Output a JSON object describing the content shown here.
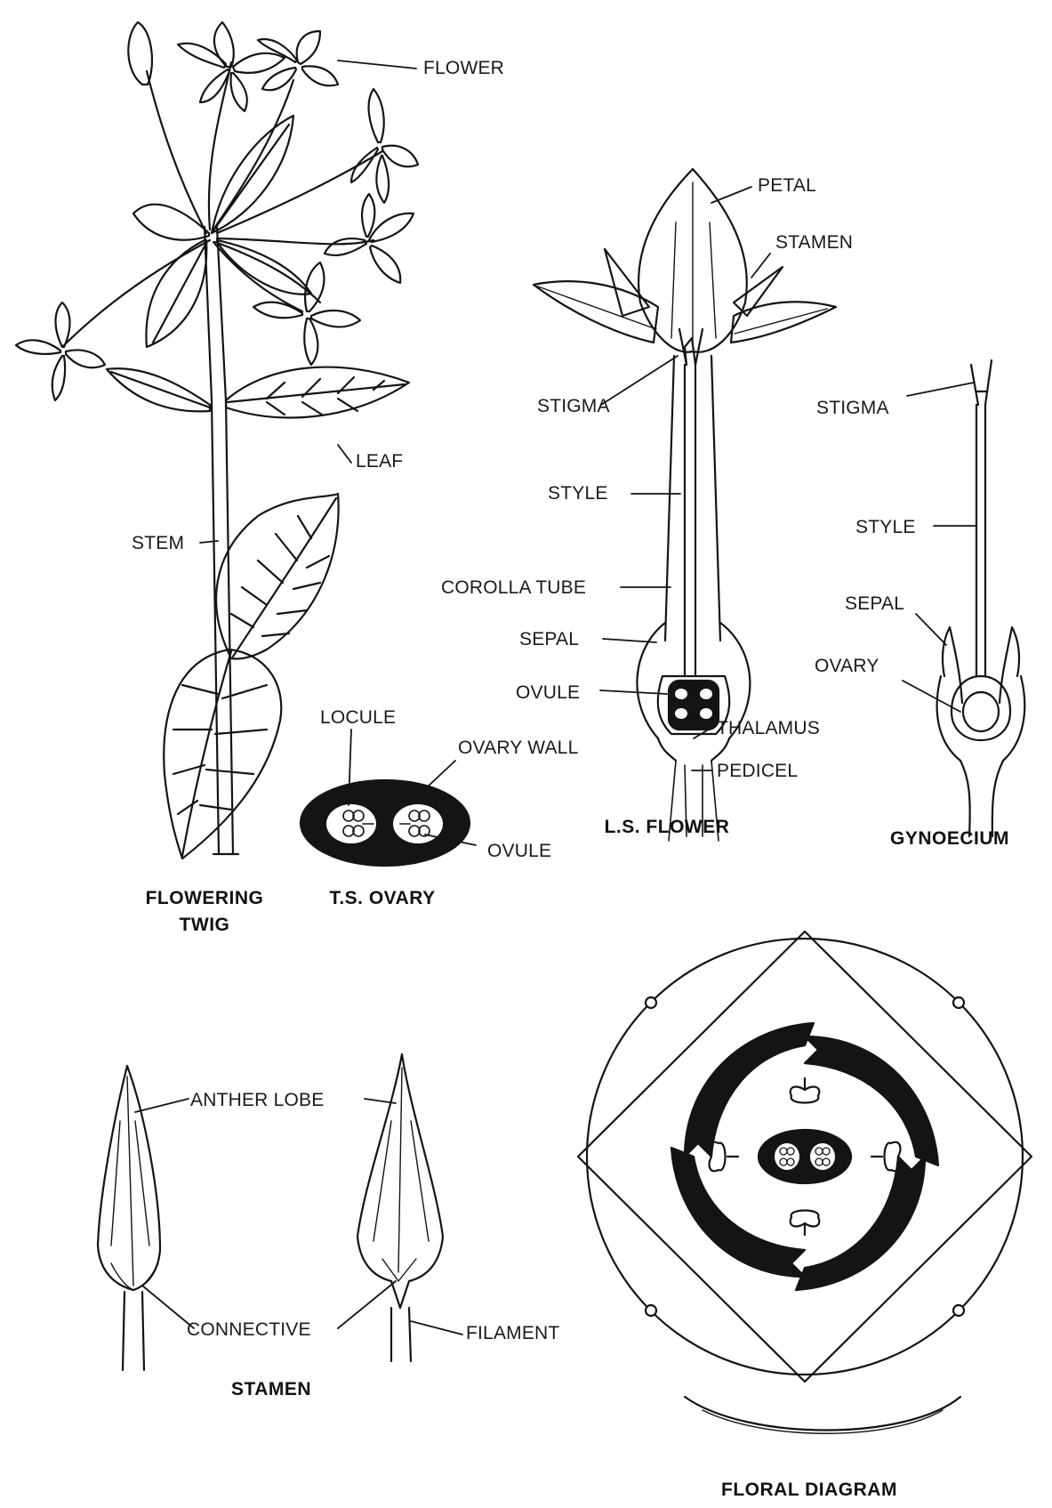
{
  "colors": {
    "ink": "#141414",
    "paper": "#ffffff"
  },
  "panels": {
    "flowering_twig": {
      "caption": "FLOWERING TWIG",
      "caption_line1": "FLOWERING",
      "caption_line2": "TWIG",
      "labels": {
        "flower": "FLOWER",
        "leaf": "LEAF",
        "stem": "STEM"
      }
    },
    "ts_ovary": {
      "caption": "T.S. OVARY",
      "labels": {
        "locule": "LOCULE",
        "ovary_wall": "OVARY WALL",
        "ovule": "OVULE"
      }
    },
    "ls_flower": {
      "caption": "L.S. FLOWER",
      "labels": {
        "petal": "PETAL",
        "stamen": "STAMEN",
        "stigma": "STIGMA",
        "style": "STYLE",
        "corolla_tube": "COROLLA TUBE",
        "sepal": "SEPAL",
        "ovule": "OVULE",
        "thalamus": "THALAMUS",
        "pedicel": "PEDICEL"
      }
    },
    "gynoecium": {
      "caption": "GYNOECIUM",
      "labels": {
        "stigma": "STIGMA",
        "style": "STYLE",
        "sepal": "SEPAL",
        "ovary": "OVARY"
      }
    },
    "stamen": {
      "caption": "STAMEN",
      "labels": {
        "anther_lobe": "ANTHER LOBE",
        "connective": "CONNECTIVE",
        "filament": "FILAMENT"
      }
    },
    "floral_diagram": {
      "caption": "FLORAL DIAGRAM"
    }
  }
}
